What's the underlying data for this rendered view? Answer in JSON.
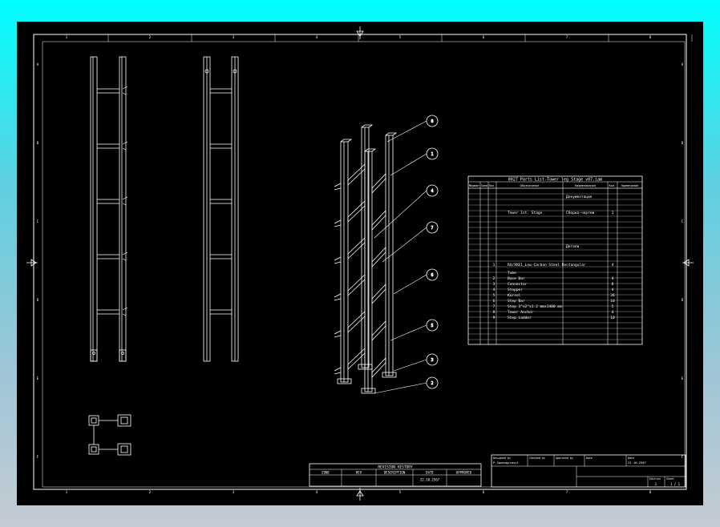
{
  "colors": {
    "background": "#000000",
    "lines": "#ffffff",
    "frame_top": "#00ffff",
    "frame_bottom": "#c4cbd4"
  },
  "border": {
    "col_numbers": [
      "1",
      "2",
      "3",
      "4",
      "5",
      "6",
      "7",
      "8"
    ],
    "row_letters": [
      "A",
      "B",
      "C",
      "D",
      "E",
      "F"
    ]
  },
  "balloons": [
    "8",
    "1",
    "4",
    "7",
    "6",
    "5",
    "3",
    "2"
  ],
  "bom": {
    "title": "0027 Parts List-Tower leg Stage v07.iam",
    "headers": [
      "Формат",
      "Зона",
      "Поз.",
      "Обозначение",
      "Наименование",
      "Кол.",
      "Примечание"
    ],
    "rows": [
      {
        "pos": "",
        "designation": "",
        "name": "Документация",
        "qty": ""
      },
      {
        "pos": "",
        "designation": "Tower 1st. Stage",
        "name": "Сборка-чертеж",
        "qty": "1"
      },
      {
        "pos": "",
        "designation": "",
        "name": "Детали",
        "qty": ""
      },
      {
        "pos": "1",
        "designation": "RX/ЯХЕ1_Low-Carbon Steel Rectangular",
        "name": "",
        "qty": "4"
      },
      {
        "pos": "",
        "designation": "Tube",
        "name": "",
        "qty": ""
      },
      {
        "pos": "2",
        "designation": "Base Bar",
        "name": "",
        "qty": "4"
      },
      {
        "pos": "3",
        "designation": "Connector",
        "name": "",
        "qty": "8"
      },
      {
        "pos": "4",
        "designation": "Stopper",
        "name": "",
        "qty": "4"
      },
      {
        "pos": "5",
        "designation": "Kursol",
        "name": "",
        "qty": "30"
      },
      {
        "pos": "6",
        "designation": "Step Bar",
        "name": "",
        "qty": "10"
      },
      {
        "pos": "7",
        "designation": "Step 3\"x2\"x1.2 mmx1400 mm",
        "name": "",
        "qty": "5"
      },
      {
        "pos": "8",
        "designation": "Tower Anchor",
        "name": "",
        "qty": "4"
      },
      {
        "pos": "9",
        "designation": "Step Ladder",
        "name": "",
        "qty": "10"
      }
    ]
  },
  "revision_table": {
    "title": "REVISION HISTORY",
    "headers": [
      "ZONE",
      "REV",
      "DESCRIPTION",
      "DATE",
      "APPROVED"
    ],
    "date_value": "22.10.2567"
  },
  "title_block": {
    "labels": [
      "Designed by",
      "Checked by",
      "Approved by",
      "Date",
      "Date"
    ],
    "designer": "P_Sawangprasit",
    "date_value": "22.10.2567",
    "scale_label": "Edition",
    "sheet_label": "Sheet",
    "scale_value": "1",
    "sheet_value": "1 / 1"
  }
}
